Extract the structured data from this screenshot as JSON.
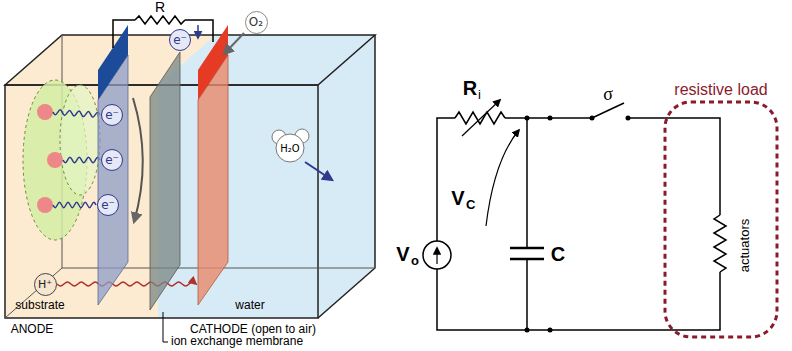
{
  "diagram": {
    "nodes": [
      {
        "text": [
          "e⁻"
        ]
      },
      {
        "text": [
          "O₂"
        ]
      },
      {
        "text": [
          "e⁻"
        ]
      },
      {
        "text": [
          "e⁻"
        ]
      },
      {
        "text": [
          "e⁻"
        ]
      },
      {
        "text": [
          "H⁺"
        ]
      },
      {
        "text": [
          "resistive load",
          "actuators"
        ]
      }
    ],
    "labels": [
      "R",
      "H₂O",
      "substrate",
      "water",
      "ANODE",
      "CATHODE (open to air)",
      "ion exchange membrane",
      "R",
      "i",
      "V",
      "C",
      "V",
      "o",
      "C",
      "σ"
    ]
  }
}
